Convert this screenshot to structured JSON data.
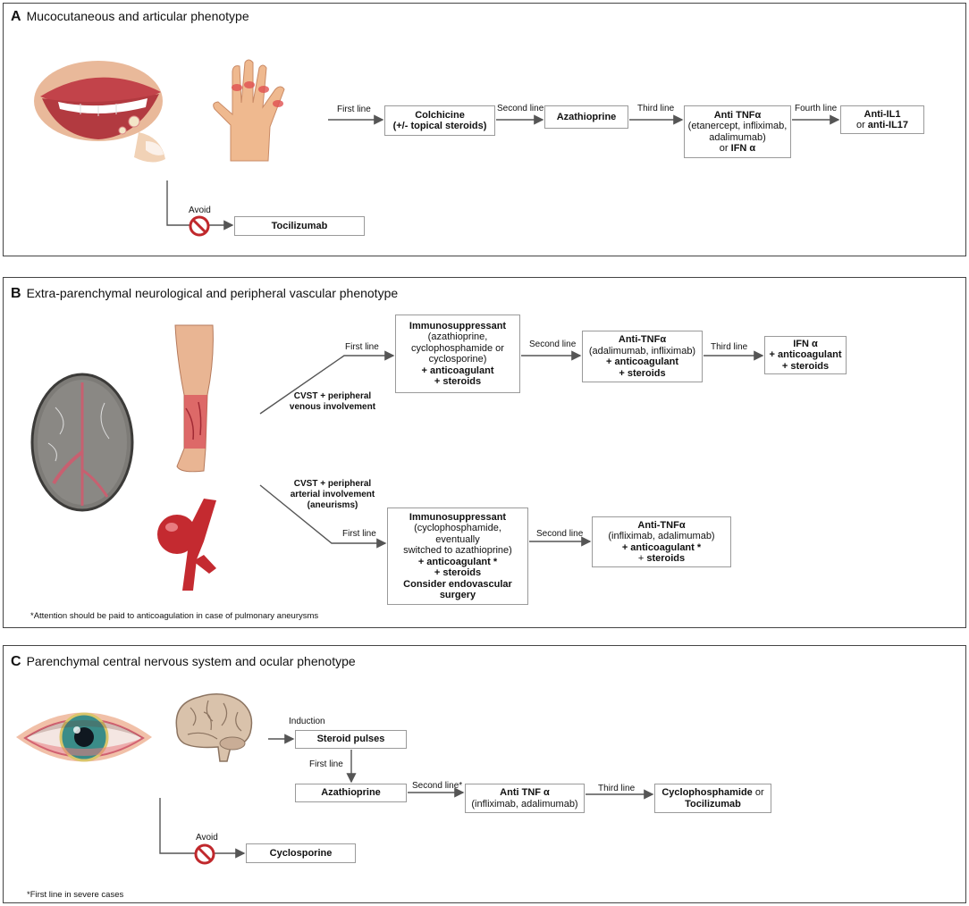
{
  "panel_a": {
    "letter": "A",
    "title": "Mucocutaneous and articular phenotype",
    "first_line": "First line",
    "colchicine": "Colchicine",
    "colchicine_sub": "(+/- topical steroids)",
    "second_line": "Second line",
    "azathioprine": "Azathioprine",
    "third_line": "Third line",
    "anti_tnf": "Anti TNFα",
    "anti_tnf_sub1": "(etanercept, infliximab,",
    "anti_tnf_sub2": "adalimumab)",
    "or_ifn_prefix": "or ",
    "or_ifn": "IFN α",
    "fourth_line": "Fourth line",
    "anti_il1": "Anti-IL1",
    "anti_il17_prefix": "or ",
    "anti_il17": "anti-IL17",
    "avoid": "Avoid",
    "tocilizumab": "Tocilizumab"
  },
  "panel_b": {
    "letter": "B",
    "title": "Extra-parenchymal neurological and peripheral vascular phenotype",
    "venous_label1": "CVST  + peripheral",
    "venous_label2": "venous involvement",
    "first_line": "First line",
    "immuno_v_title": "Immunosuppressant",
    "immuno_v_sub1": "(azathioprine,",
    "immuno_v_sub2": "cyclophosphamide or",
    "immuno_v_sub3": "cyclosporine)",
    "immuno_v_anti": "+ anticoagulant",
    "immuno_v_ster": "+  steroids",
    "second_line": "Second line",
    "antitnf_v_title": "Anti-TNFα",
    "antitnf_v_sub": "(adalimumab, infliximab)",
    "antitnf_v_anti": "+ anticoagulant",
    "antitnf_v_ster": "+  steroids",
    "third_line": "Third line",
    "ifn_title": "IFN α",
    "ifn_anti": "+ anticoagulant",
    "ifn_ster": "+  steroids",
    "arterial_label1": "CVST  + peripheral",
    "arterial_label2": "arterial involvement",
    "arterial_label3": "(aneurisms)",
    "first_line_a": "First line",
    "immuno_a_title": "Immunosuppressant",
    "immuno_a_sub1": "(cyclophosphamide,",
    "immuno_a_sub2": "eventually",
    "immuno_a_sub3": "switched to azathioprine)",
    "immuno_a_anti": "+ anticoagulant *",
    "immuno_a_ster": "+  steroids",
    "immuno_a_cons1": "Consider endovascular",
    "immuno_a_cons2": "surgery",
    "second_line_a": "Second line",
    "antitnf_a_title": "Anti-TNFα",
    "antitnf_a_sub": "(infliximab, adalimumab)",
    "antitnf_a_anti": "+ anticoagulant *",
    "antitnf_a_ster_plus": "+  ",
    "antitnf_a_ster": "steroids",
    "footnote": "*Attention should be paid to anticoagulation in case of pulmonary aneurysms"
  },
  "panel_c": {
    "letter": "C",
    "title": "Parenchymal central nervous system and ocular phenotype",
    "induction": "Induction",
    "steroid_pulses": "Steroid pulses",
    "first_line": "First line",
    "azathioprine": "Azathioprine",
    "second_line": "Second line*",
    "anti_tnf": "Anti TNF α",
    "anti_tnf_sub": "(infliximab, adalimumab)",
    "third_line": "Third line",
    "cyclophosphamide": "Cyclophosphamide",
    "or_word": " or",
    "tocilizumab": "Tocilizumab",
    "avoid": "Avoid",
    "cyclosporine": "Cyclosporine",
    "footnote": "*First line in severe cases"
  },
  "colors": {
    "border": "#444444",
    "box_border": "#9a9a9a",
    "arrow": "#555555",
    "avoid_red": "#c0282c",
    "skin": "#e8b48c",
    "inflamed": "#d8404a",
    "vessel_red": "#c42a30"
  }
}
